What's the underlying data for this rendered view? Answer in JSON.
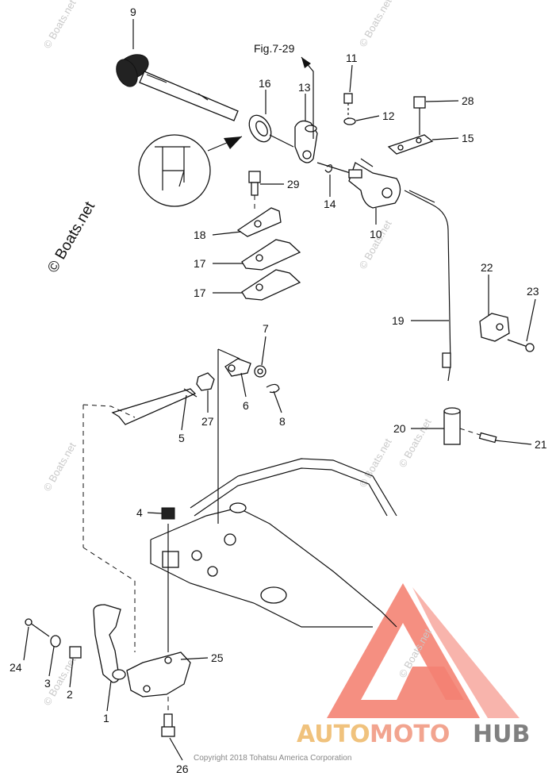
{
  "diagram": {
    "labels": [
      "9",
      "16",
      "13",
      "11",
      "12",
      "28",
      "15",
      "29",
      "14",
      "10",
      "18",
      "17",
      "17",
      "19",
      "22",
      "23",
      "7",
      "27",
      "6",
      "8",
      "5",
      "20",
      "21",
      "4",
      "25",
      "24",
      "3",
      "2",
      "1",
      "26"
    ],
    "figure_ref": "Fig.7-29",
    "watermark_small": "© Boats.net",
    "watermark_large": "© Boats.net",
    "copyright": "Copyright 2018 Tohatsu America Corporation",
    "brand": {
      "part1": "AUTO",
      "part2": "MOTO",
      "part3": "HUB"
    },
    "colors": {
      "logo_red": "#f26d5b",
      "logo_orange": "#f0b06a",
      "logo_grey": "#7a7a7a",
      "ink": "#111111"
    }
  }
}
